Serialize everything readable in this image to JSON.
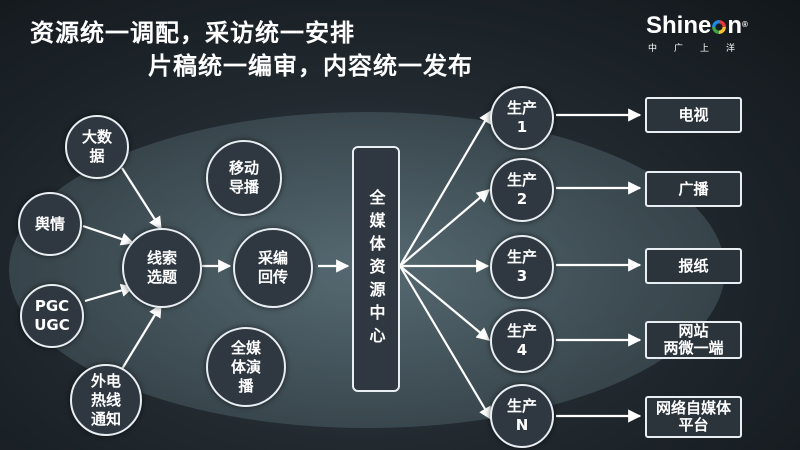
{
  "header": {
    "title_line1": "资源统一调配，采访统一安排",
    "title_line2": "片稿统一编审，内容统一发布"
  },
  "logo": {
    "brand_pre": "Shine",
    "brand_post": "n",
    "subtitle": "中广上洋",
    "reg": "®",
    "ring_icon": "ring-o-icon"
  },
  "nodes": {
    "big_data": "大数\n据",
    "public_opinion": "舆情",
    "pgc_ugc": "PGC\nUGC",
    "hotline": "外电\n热线\n通知",
    "topic_selection": "线索\n选题",
    "mobile_guide": "移动\n导播",
    "collect_edit": "采编\n回传",
    "all_media_director": "全媒\n体演\n播",
    "resource_center": "全媒体资源中心",
    "production": [
      "生产\n1",
      "生产\n2",
      "生产\n3",
      "生产\n4",
      "生产\nN"
    ],
    "outputs": [
      "电视",
      "广播",
      "报纸",
      "网站\n两微一端",
      "网络自媒体\n平台"
    ]
  },
  "colors": {
    "node_fill": "#2f3841",
    "node_border": "#e8eef2",
    "wire": "#ffffff",
    "ellipse": "#5a7078"
  }
}
